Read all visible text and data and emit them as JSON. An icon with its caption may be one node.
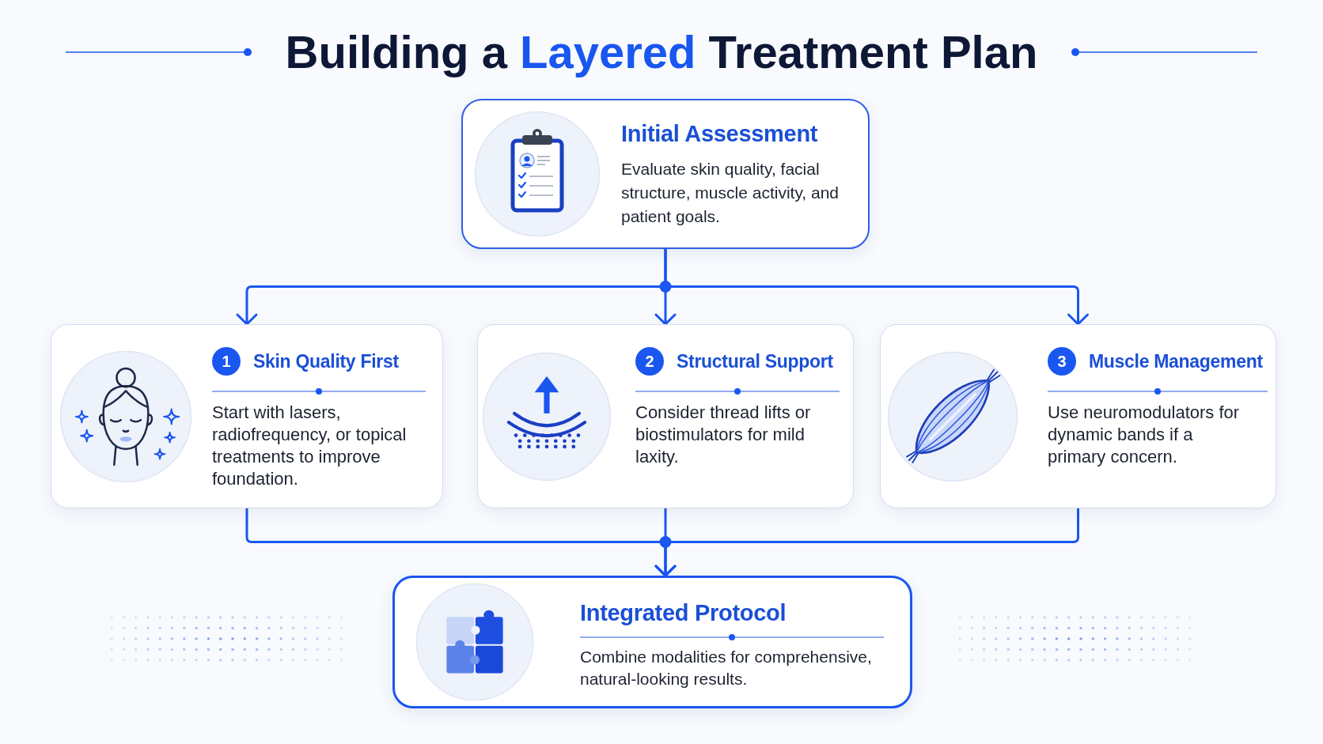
{
  "diagram": {
    "title": "Building a **Layered** Treatment Plan",
    "nodes": [
      {
        "text": [
          "Initial Assessment",
          "Evaluate skin quality, facial structure, muscle activity, and patient goals."
        ]
      },
      {
        "text": [
          "1",
          "Skin Quality First",
          "Start with lasers, radiofrequency, or topical treatments to improve foundation."
        ]
      },
      {
        "text": [
          "2",
          "Structural Support",
          "Consider thread lifts or biostimulators for mild laxity."
        ]
      },
      {
        "text": [
          "3",
          "Muscle Management",
          "Use neuromodulators for dynamic bands if a primary concern."
        ]
      },
      {
        "text": [
          "Integrated Protocol",
          "Combine modalities for comprehensive, natural-looking results."
        ]
      }
    ],
    "edges": [
      {
        "from": 0,
        "to": 1,
        "arrow": "to"
      },
      {
        "from": 0,
        "to": 2,
        "arrow": "to"
      },
      {
        "from": 0,
        "to": 3,
        "arrow": "to"
      },
      {
        "from": 1,
        "to": 4,
        "arrow": "to"
      },
      {
        "from": 2,
        "to": 4,
        "arrow": "to"
      },
      {
        "from": 3,
        "to": 4,
        "arrow": "to"
      }
    ]
  }
}
